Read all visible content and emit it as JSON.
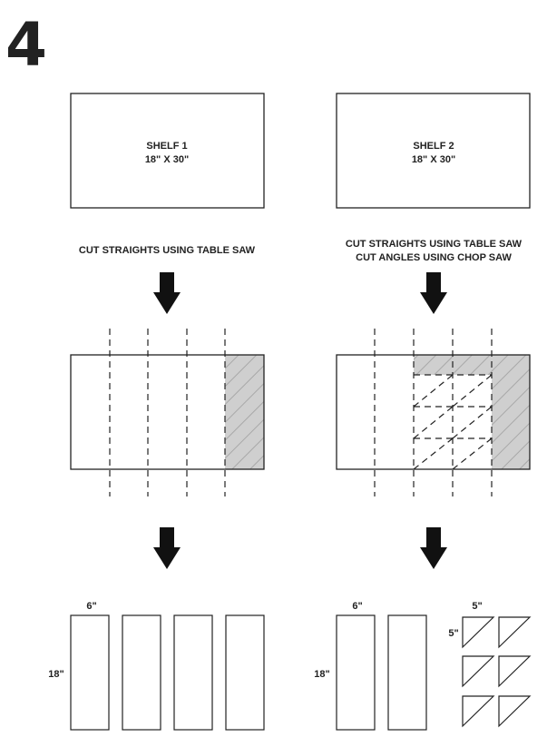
{
  "step_number": "4",
  "shelf1": {
    "name": "SHELF 1",
    "size": "18\" X 30\"",
    "instruction": "CUT STRAIGHTS USING TABLE SAW",
    "width_label": "6\"",
    "height_label": "18\""
  },
  "shelf2": {
    "name": "SHELF 2",
    "size": "18\" X 30\"",
    "instruction_1": "CUT STRAIGHTS USING TABLE SAW",
    "instruction_2": "CUT ANGLES USING CHOP SAW",
    "width_label": "6\"",
    "height_label": "18\"",
    "triangle_width_label": "5\"",
    "triangle_height_label": "5\""
  },
  "colors": {
    "line": "#222222",
    "waste_fill": "#cfcfcf",
    "hatch": "#a8a8a8"
  },
  "icons": [
    "down-arrow-icon",
    "down-arrow-icon",
    "down-arrow-icon",
    "down-arrow-icon"
  ]
}
